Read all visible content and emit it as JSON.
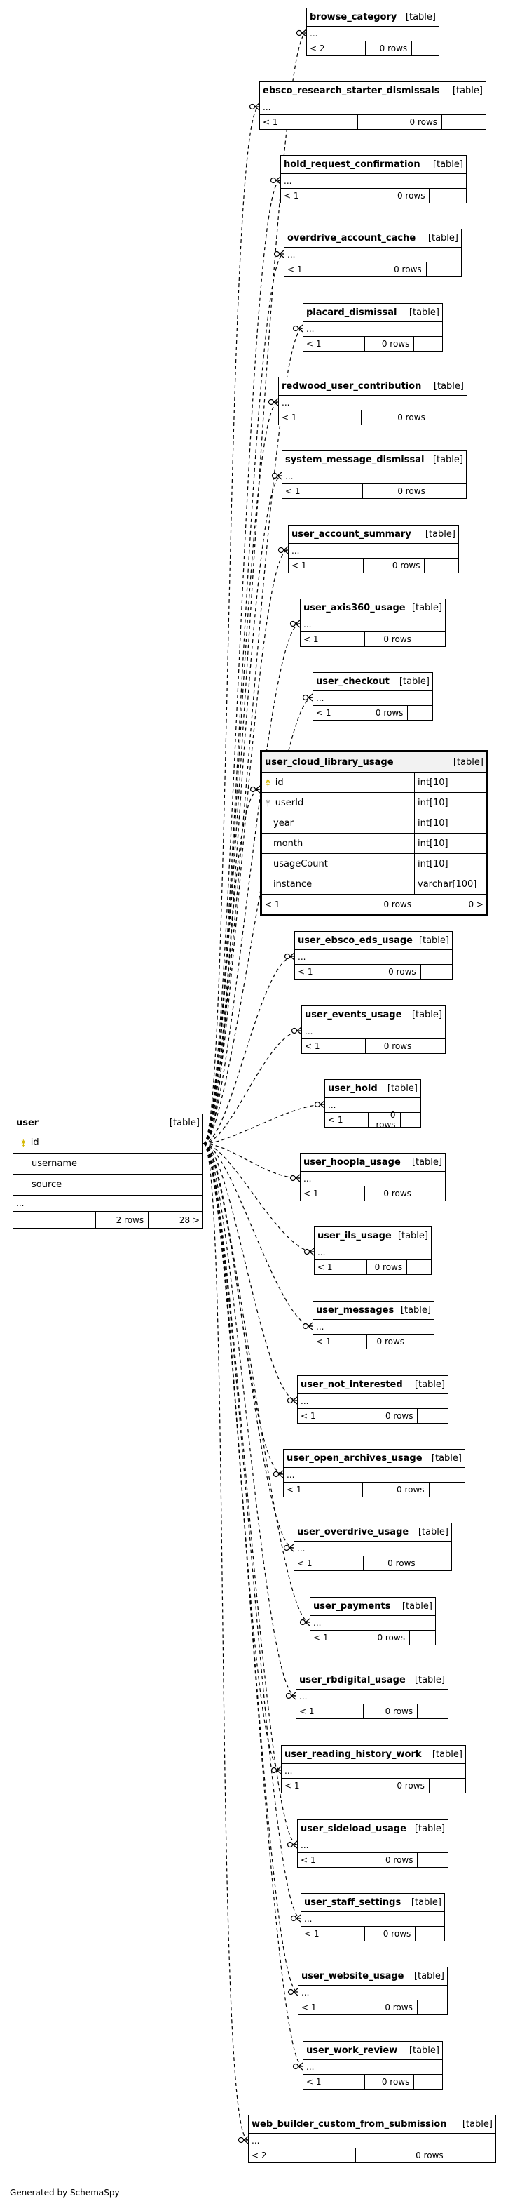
{
  "diagram": {
    "center": {
      "name": "user",
      "type": "[table]",
      "columns": [
        "id",
        "username",
        "source"
      ],
      "ellipsis": "...",
      "footer": [
        "",
        "2 rows",
        "28 >"
      ]
    },
    "expanded": {
      "name": "user_cloud_library_usage",
      "type": "[table]",
      "columns": [
        {
          "name": "id",
          "type": "int[10]",
          "key": "pk"
        },
        {
          "name": "userId",
          "type": "int[10]",
          "key": "fk"
        },
        {
          "name": "year",
          "type": "int[10]",
          "key": ""
        },
        {
          "name": "month",
          "type": "int[10]",
          "key": ""
        },
        {
          "name": "usageCount",
          "type": "int[10]",
          "key": ""
        },
        {
          "name": "instance",
          "type": "varchar[100]",
          "key": ""
        }
      ],
      "footer": [
        "< 1",
        "0 rows",
        "0 >"
      ]
    },
    "tables": [
      {
        "name": "browse_category",
        "type": "[table]",
        "ellipsis": "...",
        "footer": [
          "< 2",
          "0 rows",
          ""
        ]
      },
      {
        "name": "ebsco_research_starter_dismissals",
        "type": "[table]",
        "ellipsis": "...",
        "footer": [
          "< 1",
          "0 rows",
          ""
        ]
      },
      {
        "name": "hold_request_confirmation",
        "type": "[table]",
        "ellipsis": "...",
        "footer": [
          "< 1",
          "0 rows",
          ""
        ]
      },
      {
        "name": "overdrive_account_cache",
        "type": "[table]",
        "ellipsis": "...",
        "footer": [
          "< 1",
          "0 rows",
          ""
        ]
      },
      {
        "name": "placard_dismissal",
        "type": "[table]",
        "ellipsis": "...",
        "footer": [
          "< 1",
          "0 rows",
          ""
        ]
      },
      {
        "name": "redwood_user_contribution",
        "type": "[table]",
        "ellipsis": "...",
        "footer": [
          "< 1",
          "0 rows",
          ""
        ]
      },
      {
        "name": "system_message_dismissal",
        "type": "[table]",
        "ellipsis": "...",
        "footer": [
          "< 1",
          "0 rows",
          ""
        ]
      },
      {
        "name": "user_account_summary",
        "type": "[table]",
        "ellipsis": "...",
        "footer": [
          "< 1",
          "0 rows",
          ""
        ]
      },
      {
        "name": "user_axis360_usage",
        "type": "[table]",
        "ellipsis": "...",
        "footer": [
          "< 1",
          "0 rows",
          ""
        ]
      },
      {
        "name": "user_checkout",
        "type": "[table]",
        "ellipsis": "...",
        "footer": [
          "< 1",
          "0 rows",
          ""
        ]
      },
      {
        "name": "user_ebsco_eds_usage",
        "type": "[table]",
        "ellipsis": "...",
        "footer": [
          "< 1",
          "0 rows",
          ""
        ]
      },
      {
        "name": "user_events_usage",
        "type": "[table]",
        "ellipsis": "...",
        "footer": [
          "< 1",
          "0 rows",
          ""
        ]
      },
      {
        "name": "user_hold",
        "type": "[table]",
        "ellipsis": "...",
        "footer": [
          "< 1",
          "0 rows",
          ""
        ]
      },
      {
        "name": "user_hoopla_usage",
        "type": "[table]",
        "ellipsis": "...",
        "footer": [
          "< 1",
          "0 rows",
          ""
        ]
      },
      {
        "name": "user_ils_usage",
        "type": "[table]",
        "ellipsis": "...",
        "footer": [
          "< 1",
          "0 rows",
          ""
        ]
      },
      {
        "name": "user_messages",
        "type": "[table]",
        "ellipsis": "...",
        "footer": [
          "< 1",
          "0 rows",
          ""
        ]
      },
      {
        "name": "user_not_interested",
        "type": "[table]",
        "ellipsis": "...",
        "footer": [
          "< 1",
          "0 rows",
          ""
        ]
      },
      {
        "name": "user_open_archives_usage",
        "type": "[table]",
        "ellipsis": "...",
        "footer": [
          "< 1",
          "0 rows",
          ""
        ]
      },
      {
        "name": "user_overdrive_usage",
        "type": "[table]",
        "ellipsis": "...",
        "footer": [
          "< 1",
          "0 rows",
          ""
        ]
      },
      {
        "name": "user_payments",
        "type": "[table]",
        "ellipsis": "...",
        "footer": [
          "< 1",
          "0 rows",
          ""
        ]
      },
      {
        "name": "user_rbdigital_usage",
        "type": "[table]",
        "ellipsis": "...",
        "footer": [
          "< 1",
          "0 rows",
          ""
        ]
      },
      {
        "name": "user_reading_history_work",
        "type": "[table]",
        "ellipsis": "...",
        "footer": [
          "< 1",
          "0 rows",
          ""
        ]
      },
      {
        "name": "user_sideload_usage",
        "type": "[table]",
        "ellipsis": "...",
        "footer": [
          "< 1",
          "0 rows",
          ""
        ]
      },
      {
        "name": "user_staff_settings",
        "type": "[table]",
        "ellipsis": "...",
        "footer": [
          "< 1",
          "0 rows",
          ""
        ]
      },
      {
        "name": "user_website_usage",
        "type": "[table]",
        "ellipsis": "...",
        "footer": [
          "< 1",
          "0 rows",
          ""
        ]
      },
      {
        "name": "user_work_review",
        "type": "[table]",
        "ellipsis": "...",
        "footer": [
          "< 1",
          "0 rows",
          ""
        ]
      },
      {
        "name": "web_builder_custom_from_submission",
        "type": "[table]",
        "ellipsis": "...",
        "footer": [
          "< 2",
          "0 rows",
          ""
        ]
      }
    ]
  },
  "footer_text": "Generated by SchemaSpy"
}
